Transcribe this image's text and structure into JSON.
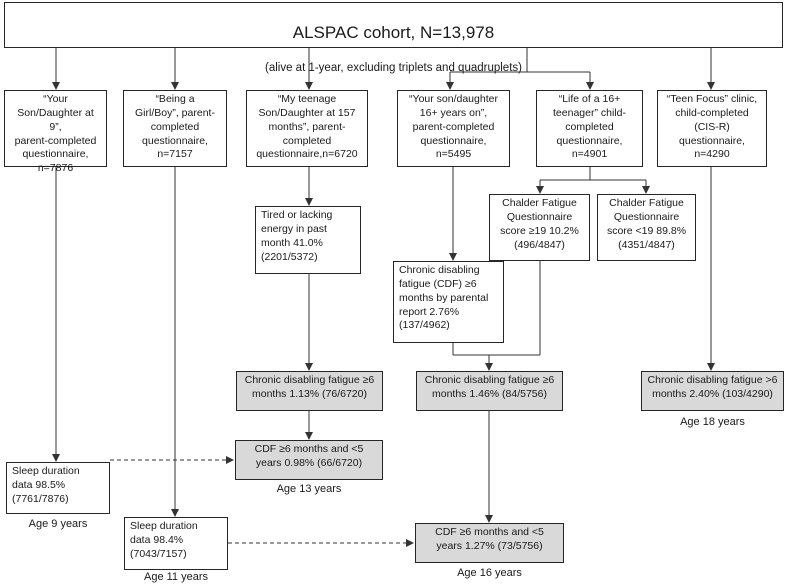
{
  "top": {
    "title": "ALSPAC cohort, N=13,978",
    "subtitle": "(alive at 1-year, excluding triplets and quadruplets)"
  },
  "questionnaires": {
    "q9": "“Your\nSon/Daughter at 9”,\nparent-completed\nquestionnaire,\nn=7876",
    "q11": "“Being a\nGirl/Boy”, parent-\ncompleted\nquestionnaire,\nn=7157",
    "q13": "“My teenage\nSon/Daughter at 157\nmonths”, parent-\ncompleted\nquestionnaire,n=6720",
    "q16p": "“Your son/daughter\n16+ years on”,\nparent-completed\nquestionnaire,\nn=5495",
    "q16c": "“Life of a 16+\nteenager” child-\ncompleted\nquestionnaire,\nn=4901",
    "q18": "“Teen Focus” clinic,\nchild-completed\n(CIS-R)\nquestionnaire,\nn=4290"
  },
  "measures": {
    "tired": "Tired or lacking\nenergy in past\nmonth 41.0%\n(2201/5372)",
    "chalder_hi": "Chalder Fatigue\nQuestionnaire\nscore ≥19 10.2%\n(496/4847)",
    "chalder_lo": "Chalder Fatigue\nQuestionnaire\nscore <19 89.8%\n(4351/4847)",
    "cdf_parent": "Chronic disabling\nfatigue (CDF) ≥6\nmonths by parental\nreport 2.76%\n(137/4962)"
  },
  "outcomes": {
    "cdf13": "Chronic disabling fatigue ≥6\nmonths 1.13% (76/6720)",
    "cdf16": "Chronic disabling fatigue ≥6\nmonths 1.46% (84/5756)",
    "cdf18": "Chronic disabling fatigue >6\nmonths 2.40% (103/4290)",
    "cdf13_5": "CDF ≥6 months and <5\nyears 0.98% (66/6720)",
    "cdf16_5": "CDF ≥6 months and <5\nyears 1.27% (73/5756)"
  },
  "sleep": {
    "s9": "Sleep duration\ndata 98.5%\n(7761/7876)",
    "s11": "Sleep duration\ndata 98.4%\n(7043/7157)"
  },
  "ages": {
    "a9": "Age 9 years",
    "a11": "Age 11 years",
    "a13": "Age 13 years",
    "a16": "Age 16 years",
    "a18": "Age 18 years"
  }
}
